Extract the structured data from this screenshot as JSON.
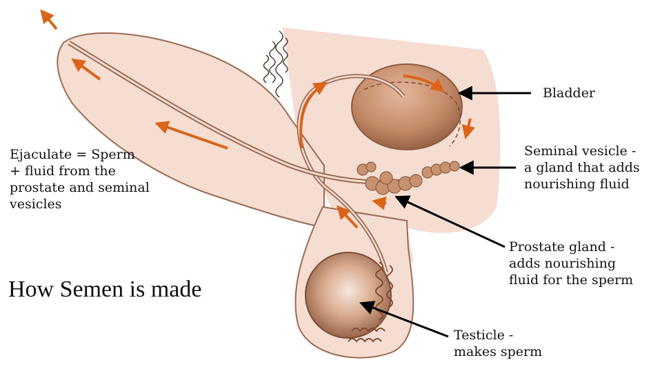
{
  "title": "How Semen is made",
  "labels": {
    "bladder": [
      "Bladder"
    ],
    "seminal_vesicle": [
      "Seminal vesicle -",
      "a gland that adds",
      "nourishing fluid"
    ],
    "prostate": [
      "Prostate gland -",
      "adds nourishing",
      "fluid for the sperm"
    ],
    "testicle": [
      "Testicle -",
      "makes sperm"
    ],
    "ejaculate": [
      "Ejaculate = Sperm",
      "+ fluid from the",
      "prostate and seminal",
      "vesicles"
    ]
  },
  "colors": {
    "skin": "#f5ddd2",
    "outline": "#9a6a52",
    "organ": "#c8916f",
    "flow_arrow": "#d9641a",
    "pointer_arrow": "#000000"
  }
}
